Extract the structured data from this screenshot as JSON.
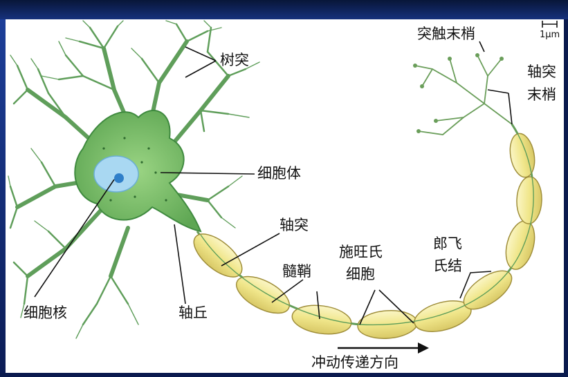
{
  "labels": {
    "dendrite": "树突",
    "cell_body": "细胞体",
    "nucleus": "细胞核",
    "axon_hillock": "轴丘",
    "axon": "轴突",
    "myelin_sheath": "髓鞘",
    "schwann_cell_line1": "施旺氏",
    "schwann_cell_line2": "细胞",
    "node_of_ranvier_line1": "郎飞",
    "node_of_ranvier_line2": "氏结",
    "synaptic_terminal": "突触末梢",
    "axon_terminal_line1": "轴突",
    "axon_terminal_line2": "末梢",
    "impulse_direction": "冲动传递方向",
    "scale": "1μm"
  },
  "colors": {
    "cell_body": "#7cc06a",
    "cell_outline": "#3f8a3f",
    "nucleus": "#a9d8f2",
    "nucleolus": "#2f7fc9",
    "myelin": "#f3eb9a",
    "myelin_edge": "#9f8e3a",
    "frame": "#0d1e52"
  }
}
